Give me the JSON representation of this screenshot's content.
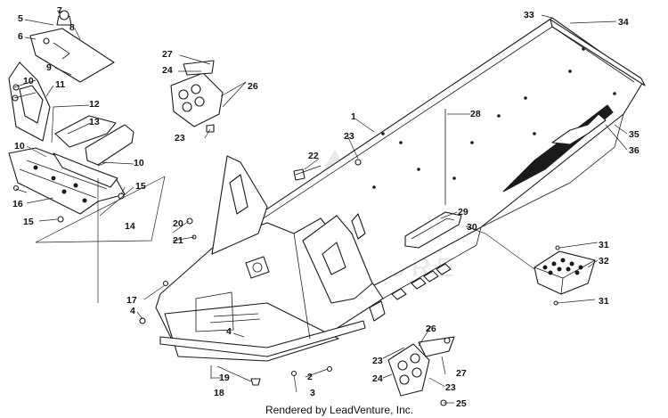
{
  "diagram": {
    "labels": {
      "l1": "1",
      "l2": "2",
      "l3": "3",
      "l4a": "4",
      "l4b": "4",
      "l5": "5",
      "l6": "6",
      "l7": "7",
      "l8": "8",
      "l9": "9",
      "l10a": "10",
      "l10b": "10",
      "l10c": "10",
      "l11": "11",
      "l12": "12",
      "l13": "13",
      "l14": "14",
      "l15a": "15",
      "l15b": "15",
      "l16": "16",
      "l17": "17",
      "l18": "18",
      "l19": "19",
      "l20": "20",
      "l21": "21",
      "l22": "22",
      "l23a": "23",
      "l23b": "23",
      "l23c": "23",
      "l23d": "23",
      "l24a": "24",
      "l24b": "24",
      "l25": "25",
      "l26a": "26",
      "l26b": "26",
      "l27a": "27",
      "l27b": "27",
      "l28": "28",
      "l29": "29",
      "l30": "30",
      "l31a": "31",
      "l31b": "31",
      "l32": "32",
      "l33": "33",
      "l34": "34",
      "l35": "35",
      "l36": "36"
    },
    "watermark": "LEADVENTURE",
    "credit": "Rendered by LeadVenture, Inc."
  }
}
